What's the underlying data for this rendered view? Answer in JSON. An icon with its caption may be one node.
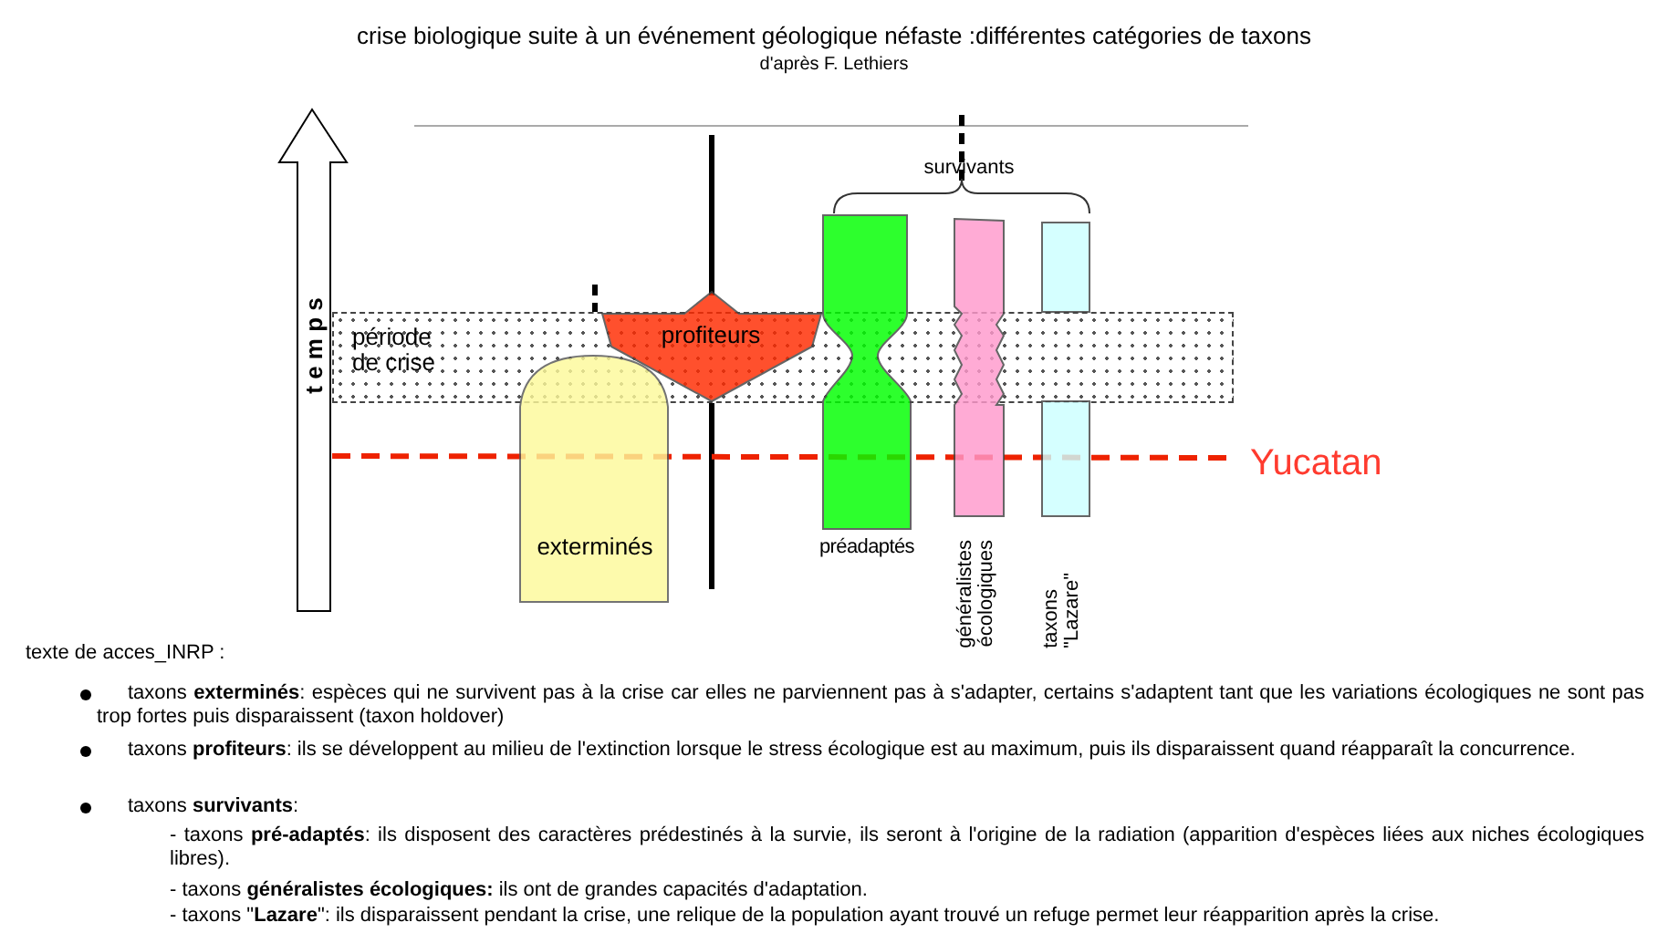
{
  "diagram": {
    "title": "crise biologique suite à un événement géologique néfaste :différentes catégories de taxons",
    "nodes": [
      {
        "text": [
          "période de crise"
        ]
      },
      {
        "text": [
          "exterminés"
        ]
      },
      {
        "text": [
          "profiteurs"
        ]
      },
      {
        "text": [
          "préadaptés"
        ]
      },
      {
        "text": [
          "généralistes écologiques"
        ]
      },
      {
        "text": [],
        "shape": "bar"
      },
      {
        "text": [
          "taxons \"Lazare\""
        ]
      }
    ],
    "labels": [
      "d'après F. Lethiers",
      "t e m p s",
      "survivants",
      "Yucatan",
      "texte de acces_INRP :",
      "taxons **exterminés**: espèces qui ne survivent pas à la crise car elles ne parviennent pas à s'adapter, certains s'adaptent tant que les variations écologiques ne sont pas trop fortes puis disparaissent (taxon holdover)",
      "taxons **profiteurs**: ils se développent au milieu de l'extinction lorsque le stress écologique est au maximum, puis ils disparaissent quand réapparaît la concurrence.",
      "taxons **survivants**:",
      "- taxons **pré-adaptés**: ils disposent des caractères prédestinés à la survie, ils seront à l'origine de la radiation (apparition d'espèces liées aux niches écologiques libres).",
      "- taxons **généralistes écologiques:** ils ont de grandes capacités d'adaptation.",
      "- taxons \"**Lazare**\": ils disparaissent pendant la crise, une relique de la population ayant trouvé un refuge permet leur réapparition après la crise."
    ]
  }
}
